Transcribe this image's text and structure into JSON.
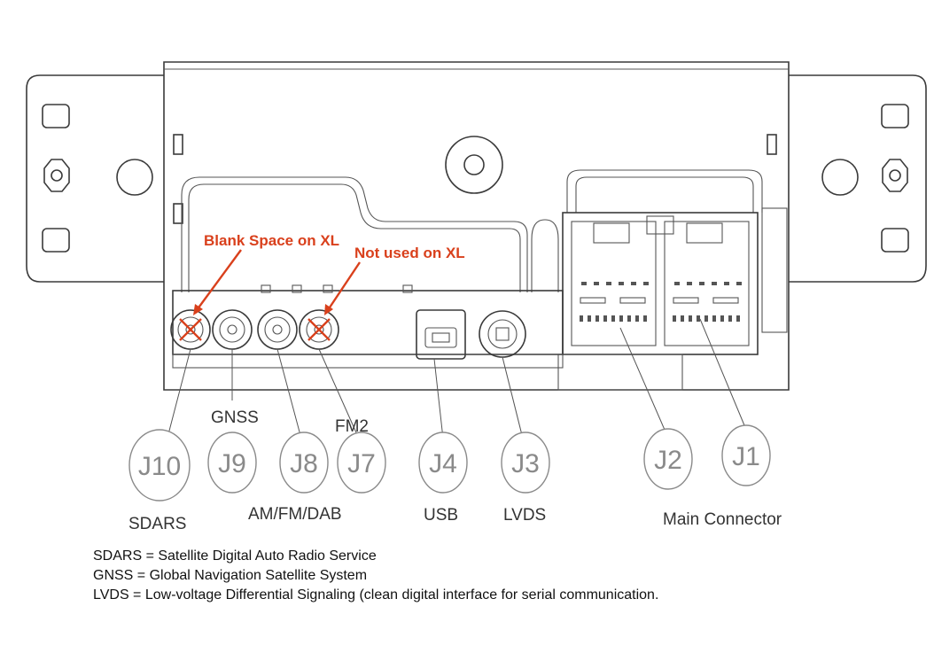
{
  "annotations": {
    "blank_space": "Blank Space on XL",
    "not_used": "Not used on XL"
  },
  "connectors": [
    {
      "id": "J10",
      "label": "SDARS"
    },
    {
      "id": "J9",
      "label": "GNSS"
    },
    {
      "id": "J8",
      "label": "AM/FM/DAB"
    },
    {
      "id": "J7",
      "label": "FM2"
    },
    {
      "id": "J4",
      "label": "USB"
    },
    {
      "id": "J3",
      "label": "LVDS"
    },
    {
      "id": "J2",
      "label": ""
    },
    {
      "id": "J1",
      "label": ""
    }
  ],
  "main_connector_label": "Main Connector",
  "legend": [
    "SDARS = Satellite Digital Auto Radio Service",
    "GNSS = Global Navigation Satellite System",
    "LVDS = Low-voltage Differential Signaling (clean digital interface for serial communication."
  ],
  "colors": {
    "annotation": "#d9401c",
    "line": "#3a3a3a",
    "bubble": "#8a8a8a"
  }
}
